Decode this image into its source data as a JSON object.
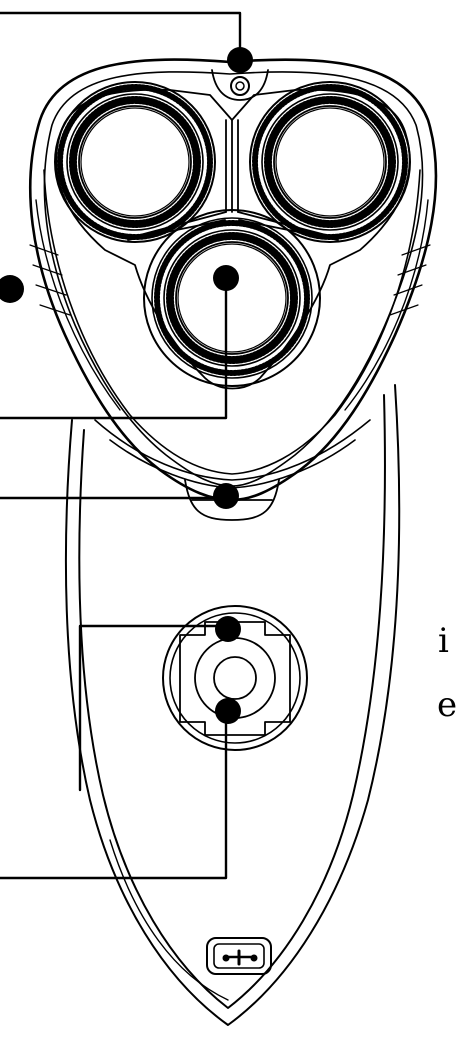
{
  "figure": {
    "subject": "electric-rotary-shaver",
    "background": "#ffffff",
    "line_color": "#000000",
    "label_fragments": [
      "i",
      "e"
    ],
    "callouts": [
      {
        "name": "callout-top-pivot"
      },
      {
        "name": "callout-left-side"
      },
      {
        "name": "callout-bottom-cutter"
      },
      {
        "name": "callout-head-release-button"
      },
      {
        "name": "callout-switch-top"
      },
      {
        "name": "callout-switch-center"
      }
    ]
  }
}
